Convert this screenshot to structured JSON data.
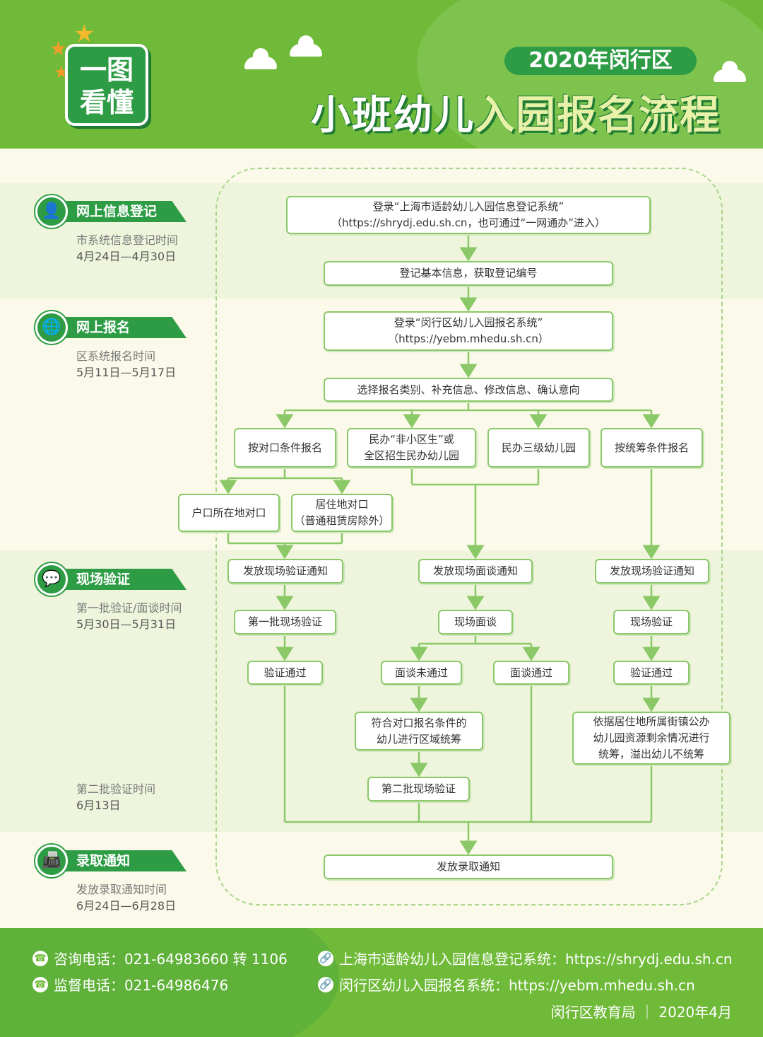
{
  "header": {
    "logo": "一图\n看懂",
    "year_region": "2020年闵行区",
    "title_part1": "小班幼儿",
    "title_part2": "入园报名流程"
  },
  "sections": [
    {
      "icon": "user-icon",
      "label": "网上信息登记",
      "sub": "市系统信息登记时间",
      "date": "4月24日—4月30日"
    },
    {
      "icon": "globe-icon",
      "label": "网上报名",
      "sub": "区系统报名时间",
      "date": "5月11日—5月17日"
    },
    {
      "icon": "chat-icon",
      "label": "现场验证",
      "sub": "第一批验证/面谈时间",
      "date": "5月30日—5月31日"
    },
    {
      "icon": "notice-icon",
      "label": "录取通知",
      "sub": "发放录取通知时间",
      "date": "6月24日—6月28日"
    }
  ],
  "second_batch": {
    "sub": "第二批验证时间",
    "date": "6月13日"
  },
  "flow": {
    "login_city": "登录“上海市适龄幼儿入园信息登记系统”\n（https://shrydj.edu.sh.cn，也可通过“一网通办”进入）",
    "register_info": "登记基本信息，获取登记编号",
    "login_district": "登录“闵行区幼儿入园报名系统”\n（https://yebm.mhedu.sh.cn）",
    "select_category": "选择报名类别、补充信息、修改信息、确认意向",
    "by_zone": "按对口条件报名",
    "private_nonzone": "民办“非小区生”或\n全区招生民办幼儿园",
    "private_level3": "民办三级幼儿园",
    "by_overall": "按统筹条件报名",
    "hukou_zone": "户口所在地对口",
    "residence_zone": "居住地对口\n（普通租赁房除外）",
    "notice_verify_1": "发放现场验证通知",
    "notice_interview": "发放现场面谈通知",
    "notice_verify_2": "发放现场验证通知",
    "first_verify": "第一批现场验证",
    "interview": "现场面谈",
    "onsite_verify": "现场验证",
    "verify_pass_1": "验证通过",
    "interview_fail": "面谈未通过",
    "interview_pass": "面谈通过",
    "verify_pass_2": "验证通过",
    "zone_overall": "符合对口报名条件的\n幼儿进行区域统筹",
    "residence_overall": "依据居住地所属街镇公办\n幼儿园资源剩余情况进行\n统筹，溢出幼儿不统筹",
    "second_verify": "第二批现场验证",
    "admission_notice": "发放录取通知"
  },
  "footer": {
    "consult": "咨询电话：021-64983660 转 1106",
    "supervise": "监督电话：021-64986476",
    "city_system": "上海市适龄幼儿入园信息登记系统：https://shrydj.edu.sh.cn",
    "district_system": "闵行区幼儿入园报名系统：https://yebm.mhedu.sh.cn",
    "credit": "闵行区教育局 ｜ 2020年4月"
  },
  "colors": {
    "primary": "#6fba38",
    "dark": "#2e9c45",
    "line": "#8bc868",
    "bg": "#fbfaea"
  }
}
